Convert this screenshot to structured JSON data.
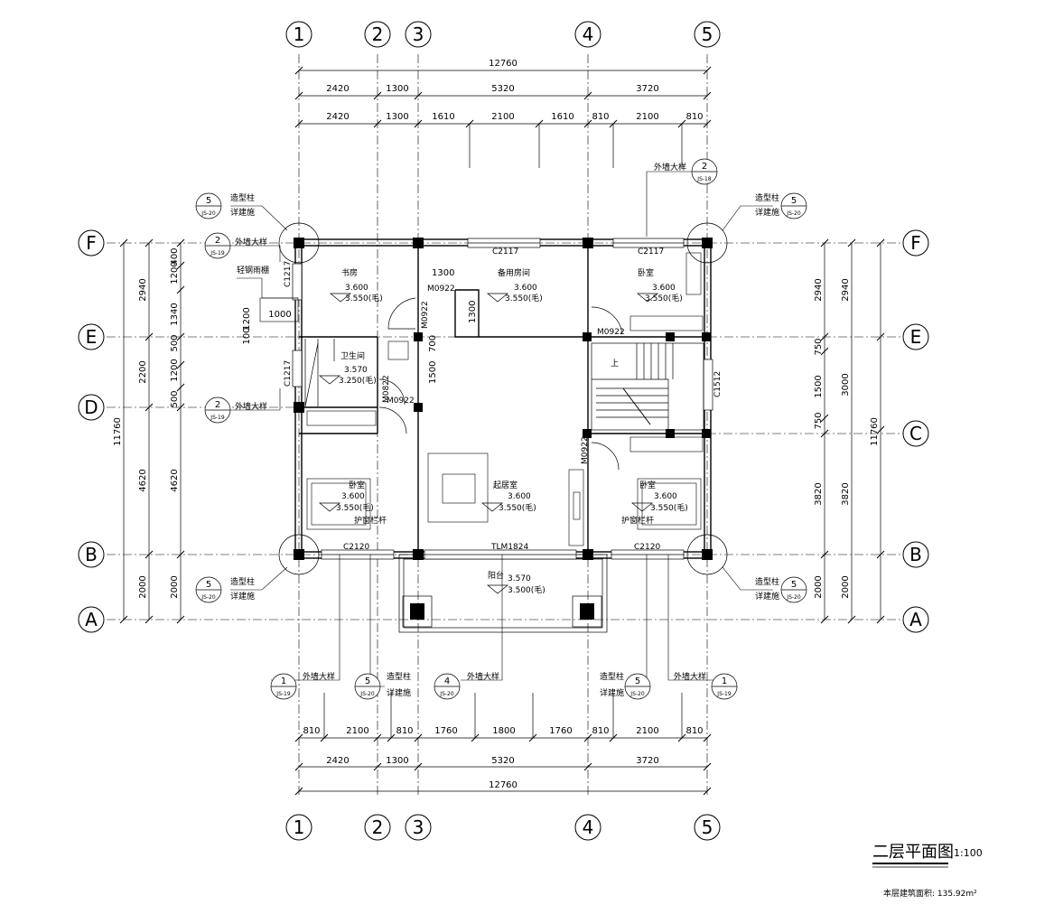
{
  "drawing": {
    "title": "二层平面图",
    "scale": "1:100",
    "area_note": "本层建筑面积: 135.92m²"
  },
  "grid_numbers": [
    "1",
    "2",
    "3",
    "4",
    "5"
  ],
  "grid_letters": [
    "F",
    "E",
    "D",
    "C",
    "B",
    "A"
  ],
  "dims_top": {
    "overall": "12760",
    "row2": [
      "2420",
      "1300",
      "5320",
      "3720"
    ],
    "row3": [
      "2420",
      "1300",
      "1610",
      "2100",
      "1610",
      "810",
      "2100",
      "810"
    ]
  },
  "dims_bottom": {
    "row1": [
      "810",
      "2100",
      "810",
      "1760",
      "1800",
      "1760",
      "810",
      "2100",
      "810"
    ],
    "row2": [
      "2420",
      "1300",
      "5320",
      "3720"
    ],
    "overall": "12760"
  },
  "dims_left": {
    "overall": "11760",
    "outer": [
      "2940",
      "2200",
      "4620",
      "2000"
    ],
    "inner": [
      "400",
      "1200",
      "1340",
      "500",
      "1200",
      "500",
      "4620",
      "2000"
    ],
    "canopy": [
      "1000",
      "1200",
      "100"
    ]
  },
  "dims_right": {
    "overall": "11760",
    "outer": [
      "2940",
      "3000",
      "3820",
      "2000"
    ],
    "inner": [
      "2940",
      "750",
      "1500",
      "750",
      "3820",
      "2000"
    ]
  },
  "rooms": [
    {
      "name": "书房",
      "level": "3.600",
      "sub": "3.550(毛)"
    },
    {
      "name": "备用房间",
      "level": "3.600",
      "sub": "3.550(毛)"
    },
    {
      "name": "卧室",
      "level": "3.600",
      "sub": "3.550(毛)"
    },
    {
      "name": "卫生间",
      "level": "3.570",
      "sub": "3.250(毛)"
    },
    {
      "name": "卧室",
      "level": "3.600",
      "sub": "3.550(毛)"
    },
    {
      "name": "起居室",
      "level": "3.600",
      "sub": "3.550(毛)"
    },
    {
      "name": "卧室",
      "level": "3.600",
      "sub": "3.550(毛)"
    },
    {
      "name": "阳台",
      "level": "3.570",
      "sub": "3.500(毛)"
    }
  ],
  "openings": {
    "c2117_a": "C2117",
    "c2117_b": "C2117",
    "c1217_a": "C1217",
    "c1217_b": "C1217",
    "c1512": "C1512",
    "c2120_a": "C2120",
    "c2120_b": "C2120",
    "tlm1824": "TLM1824",
    "m0922_a": "M0922",
    "m0922_b": "M0922",
    "m0922_c": "M0922",
    "m0922_d": "M0922",
    "m0822": "M0822"
  },
  "inner_dims": [
    "1300",
    "1300",
    "700",
    "1500"
  ],
  "stair_up": "上",
  "notes": {
    "steel_canopy": "轻钢雨棚",
    "rail_left": "护窗栏杆",
    "rail_right": "护窗栏杆",
    "wall_detail": "外墙大样",
    "deco_col": "造型柱",
    "see_arch": "详建施"
  },
  "detail_refs": [
    {
      "num": "5",
      "sheet": "JS-20"
    },
    {
      "num": "2",
      "sheet": "JS-19"
    },
    {
      "num": "2",
      "sheet": "JS-19"
    },
    {
      "num": "2",
      "sheet": "JS-18"
    },
    {
      "num": "5",
      "sheet": "JS-20"
    },
    {
      "num": "5",
      "sheet": "JS-20"
    },
    {
      "num": "5",
      "sheet": "JS-20"
    },
    {
      "num": "1",
      "sheet": "JS-19"
    },
    {
      "num": "5",
      "sheet": "JS-20"
    },
    {
      "num": "4",
      "sheet": "JS-20"
    },
    {
      "num": "5",
      "sheet": "JS-20"
    },
    {
      "num": "1",
      "sheet": "JS-19"
    }
  ]
}
